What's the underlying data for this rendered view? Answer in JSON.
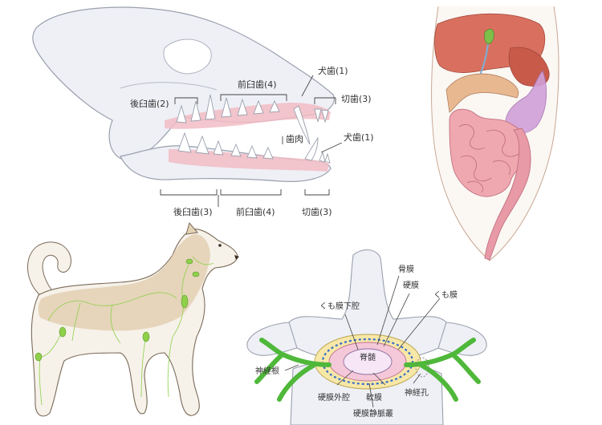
{
  "skull": {
    "upper": {
      "molar": "後臼歯(2)",
      "premolar": "前臼歯(4)",
      "canine": "犬歯(1)",
      "incisor": "切歯(3)"
    },
    "lower": {
      "molar": "後臼歯(3)",
      "premolar": "前臼歯(4)",
      "canine": "犬歯(1)",
      "incisor": "切歯(3)"
    },
    "gum": "歯肉"
  },
  "spine": {
    "periosteum": "骨膜",
    "dura_mater": "硬膜",
    "arachnoid": "くも膜",
    "subarachnoid_space": "くも膜下腔",
    "spinal_cord": "脊髄",
    "nerve_root": "神経根",
    "epidural_space": "硬膜外腔",
    "pia_mater": "軟膜",
    "epidural_venous_plexus": "硬膜静脈叢",
    "foramen": "神経孔"
  },
  "colors": {
    "bone": "#eef0f6",
    "bone_stroke": "#9aa0ad",
    "gum": "#f2bcc4",
    "nerve": "#4fb83a",
    "lymph": "#8fd04a",
    "intestine": "#f0a8b0",
    "liver": "#d9705f",
    "stomach": "#d0a0d8",
    "fur": "#e4d2b6"
  }
}
